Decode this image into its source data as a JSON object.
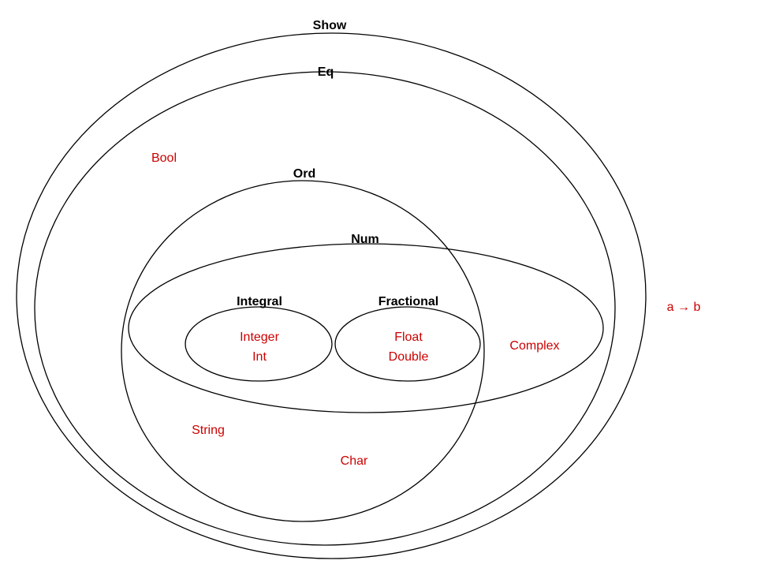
{
  "classes": {
    "show": "Show",
    "eq": "Eq",
    "ord": "Ord",
    "num": "Num",
    "integral": "Integral",
    "fractional": "Fractional"
  },
  "types": {
    "bool": "Bool",
    "integer": "Integer",
    "int": "Int",
    "float": "Float",
    "double": "Double",
    "complex": "Complex",
    "string": "String",
    "char": "Char",
    "function": "a → b"
  },
  "colors": {
    "outline": "#000000",
    "class_label": "#000000",
    "type_label": "#cc0000"
  }
}
